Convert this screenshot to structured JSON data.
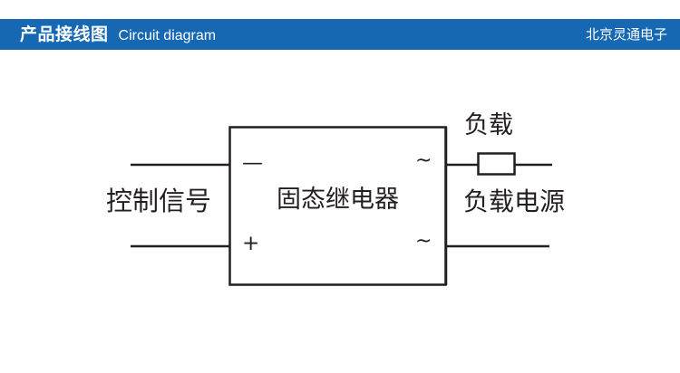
{
  "header": {
    "title_cn": "产品接线图",
    "title_en": "Circuit diagram",
    "brand": "北京灵通电子",
    "bar_color": "#1668b3",
    "text_color": "#ffffff"
  },
  "diagram": {
    "line_color": "#231f20",
    "text_color": "#231f20",
    "blocks": {
      "relay_label": "固态继电器"
    },
    "labels": {
      "control_signal": "控制信号",
      "load": "负载",
      "load_power": "负载电源"
    },
    "terminals": {
      "input_negative": "—",
      "input_positive": "+",
      "output_ac_top": "~",
      "output_ac_bottom": "~"
    }
  }
}
